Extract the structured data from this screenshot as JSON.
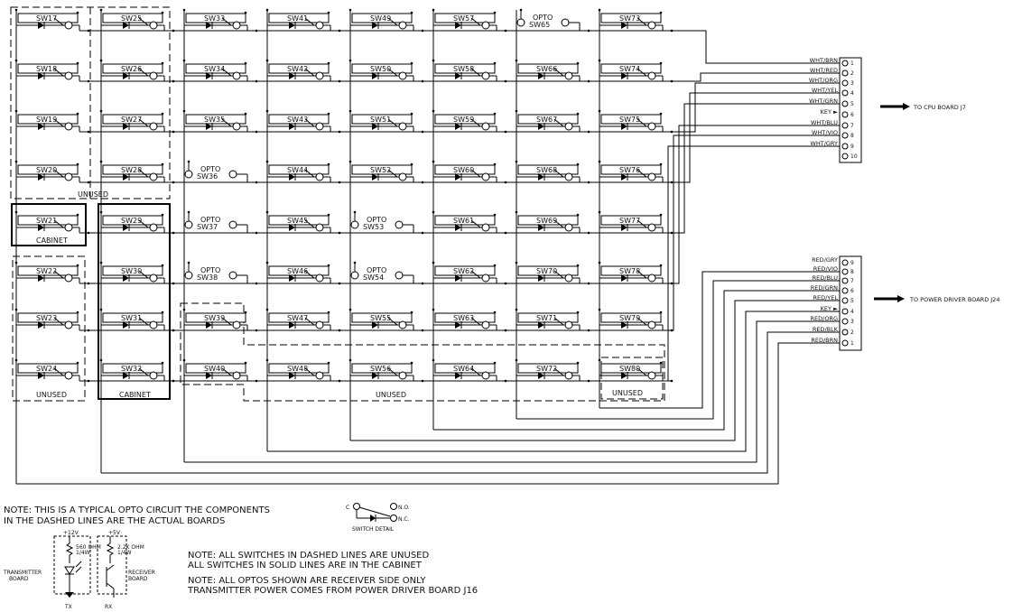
{
  "switch_labels": {
    "col0": [
      "SW17",
      "SW18",
      "SW19",
      "SW20",
      "SW21",
      "SW22",
      "SW23",
      "SW24"
    ],
    "col1": [
      "SW25",
      "SW26",
      "SW27",
      "SW28",
      "SW29",
      "SW30",
      "SW31",
      "SW32"
    ],
    "col2": [
      "SW33",
      "SW34",
      "SW35",
      "SW36",
      "SW37",
      "SW38",
      "SW39",
      "SW40"
    ],
    "col3": [
      "SW41",
      "SW42",
      "SW43",
      "SW44",
      "SW45",
      "SW46",
      "SW47",
      "SW48"
    ],
    "col4": [
      "SW49",
      "SW50",
      "SW51",
      "SW52",
      "SW53",
      "SW54",
      "SW55",
      "SW56"
    ],
    "col5": [
      "SW57",
      "SW58",
      "SW59",
      "SW60",
      "SW61",
      "SW62",
      "SW63",
      "SW64"
    ],
    "col6": [
      "SW65",
      "SW66",
      "SW67",
      "SW68",
      "SW69",
      "SW70",
      "SW71",
      "SW72"
    ],
    "col7": [
      "SW73",
      "SW74",
      "SW75",
      "SW76",
      "SW77",
      "SW78",
      "SW79",
      "SW80"
    ]
  },
  "opto_word": "OPTO",
  "group_labels": {
    "unused_top": "UNUSED",
    "cabinet_sw21": "CABINET",
    "unused_bottom_left": "UNUSED",
    "cabinet_col1": "CABINET",
    "unused_bottom_mid": "UNUSED",
    "unused_bottom_right": "UNUSED"
  },
  "cpu_connector": {
    "pins": [
      "WHT/BRN",
      "WHT/RED",
      "WHT/ORG",
      "WHT/YEL",
      "WHT/GRN",
      "KEY ►",
      "WHT/BLU",
      "WHT/VIO",
      "WHT/GRY",
      ""
    ],
    "pin_numbers": [
      "1",
      "2",
      "3",
      "4",
      "5",
      "6",
      "7",
      "8",
      "9",
      "10"
    ],
    "destination": "TO CPU BOARD J7"
  },
  "power_connector": {
    "pins": [
      "RED/GRY",
      "RED/VIO",
      "RED/BLU",
      "RED/GRN",
      "RED/YEL",
      "KEY ►",
      "RED/ORG",
      "RED/BLK",
      "RED/BRN"
    ],
    "pin_numbers": [
      "9",
      "8",
      "7",
      "6",
      "5",
      "4",
      "3",
      "2",
      "1"
    ],
    "destination": "TO POWER DRIVER BOARD J24"
  },
  "switch_detail": {
    "no": "N.O.",
    "nc": "N.C.",
    "c": "C",
    "caption": "SWITCH DETAIL"
  },
  "opto_circuit": {
    "note_line1": "NOTE: THIS IS A TYPICAL OPTO CIRCUIT THE COMPONENTS",
    "note_line2": "IN THE DASHED LINES ARE THE ACTUAL BOARDS",
    "v12": "+12V",
    "v5": "+5V",
    "r1": "560 OHM",
    "r1_w": "1/4W",
    "r2": "2.2K OHM",
    "r2_w": "1/4W",
    "transmitter1": "TRANSMITTER",
    "transmitter2": "BOARD",
    "receiver1": "RECEIVER",
    "receiver2": "BOARD",
    "tx": "TX",
    "rx": "RX"
  },
  "notes": {
    "n1a": "NOTE: ALL SWITCHES IN DASHED LINES ARE UNUSED",
    "n1b": "ALL SWITCHES IN SOLID LINES ARE IN THE CABINET",
    "n2a": "NOTE: ALL OPTOS SHOWN ARE RECEIVER SIDE ONLY",
    "n2b": "TRANSMITTER POWER COMES FROM POWER DRIVER BOARD J16"
  }
}
